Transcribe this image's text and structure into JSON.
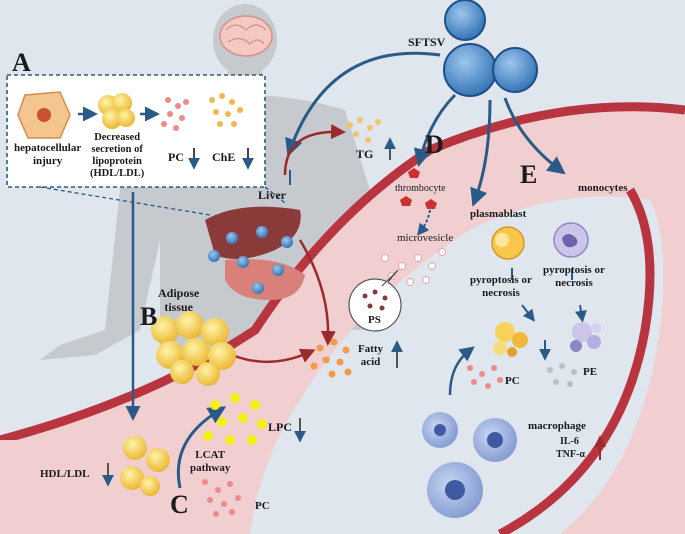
{
  "panels": {
    "a": "A",
    "b": "B",
    "c": "C",
    "d": "D",
    "e": "E"
  },
  "virus": "SFTSV",
  "organs": {
    "liver": "Liver",
    "adipose": "Adipose\ntissue"
  },
  "panel_a": {
    "injury": "hepatocellular\ninjury",
    "secretion": "Decreased\nsecretion of\nlipoprotein\n(HDL/LDL)",
    "pc": "PC",
    "che": "ChE"
  },
  "top": {
    "tg": "TG"
  },
  "panel_d": {
    "thrombocyte": "thrombocyte",
    "microvesicle": "microvesicle",
    "ps": "PS"
  },
  "panel_b": {
    "fatty_acid": "Fatty\nacid"
  },
  "panel_c": {
    "hdl_ldl": "HDL/LDL",
    "lcat": "LCAT\npathway",
    "lpc": "LPC",
    "pc": "PC"
  },
  "panel_e": {
    "monocytes": "monocytes",
    "plasmablast": "plasmablast",
    "pyro1": "pyroptosis or\nnecrosis",
    "pyro2": "pyroptosis or\nnecrosis",
    "pc": "PC",
    "pe": "PE",
    "macrophage": "macrophage",
    "il6": "IL-6",
    "tnf": "TNF-α"
  },
  "colors": {
    "vessel": "#f1cfd1",
    "vessel_wall": "#b8343f",
    "arrow_blue": "#2a5b86",
    "arrow_red": "#9b2a2a",
    "bg": "#dfe6ee",
    "body": "#c9ccd1"
  }
}
